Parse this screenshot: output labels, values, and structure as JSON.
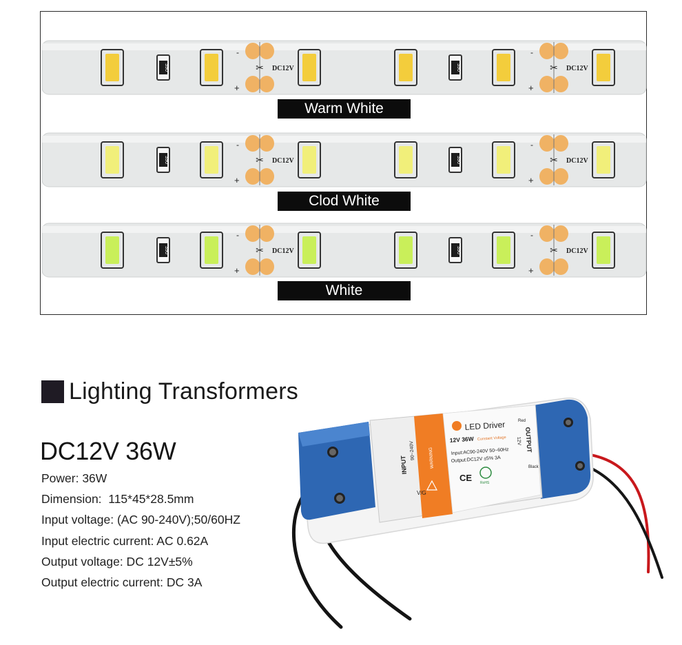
{
  "strips": [
    {
      "label": "Warm White",
      "led_color": "#f3cd3c",
      "circuit_text": "DC12V",
      "resistor_text": "390"
    },
    {
      "label": "Clod White",
      "led_color": "#f1ef7a",
      "circuit_text": "DC12V",
      "resistor_text": "390"
    },
    {
      "label": "White",
      "led_color": "#c9ef5a",
      "circuit_text": "DC12V",
      "resistor_text": "390"
    }
  ],
  "section": {
    "title": "Lighting Transformers"
  },
  "product": {
    "model": "DC12V 36W",
    "specs": [
      "Power: 36W",
      "Dimension:  115*45*28.5mm",
      "Input voltage: (AC 90-240V);50/60HZ",
      "Input electric current: AC 0.62A",
      "Output voltage: DC 12V±5%",
      "Output electric current: DC 3A"
    ]
  },
  "transformer_label": {
    "brand": "LED Driver",
    "rating": "12V 36W",
    "subtitle": "Constant Voltage",
    "input_line": "Input:AC90-240V  50~60Hz",
    "output_line": "Output:DC12V ±5%   3A",
    "input_tag": "INPUT",
    "input_range": "90~240V",
    "output_tag": "OUTPUT",
    "output_voltage": "12V",
    "warning": "WARNING",
    "red_label": "Red",
    "black_label": "Black",
    "ce_mark": "CE",
    "rohs_mark": "RoHS",
    "ground_mark": "V/G"
  },
  "colors": {
    "strip_body": "#e6e8e8",
    "solder_pad": "#f0b264",
    "label_bg": "#0c0c0c",
    "casing_blue": "#2e67b3",
    "label_orange": "#f07d24"
  }
}
